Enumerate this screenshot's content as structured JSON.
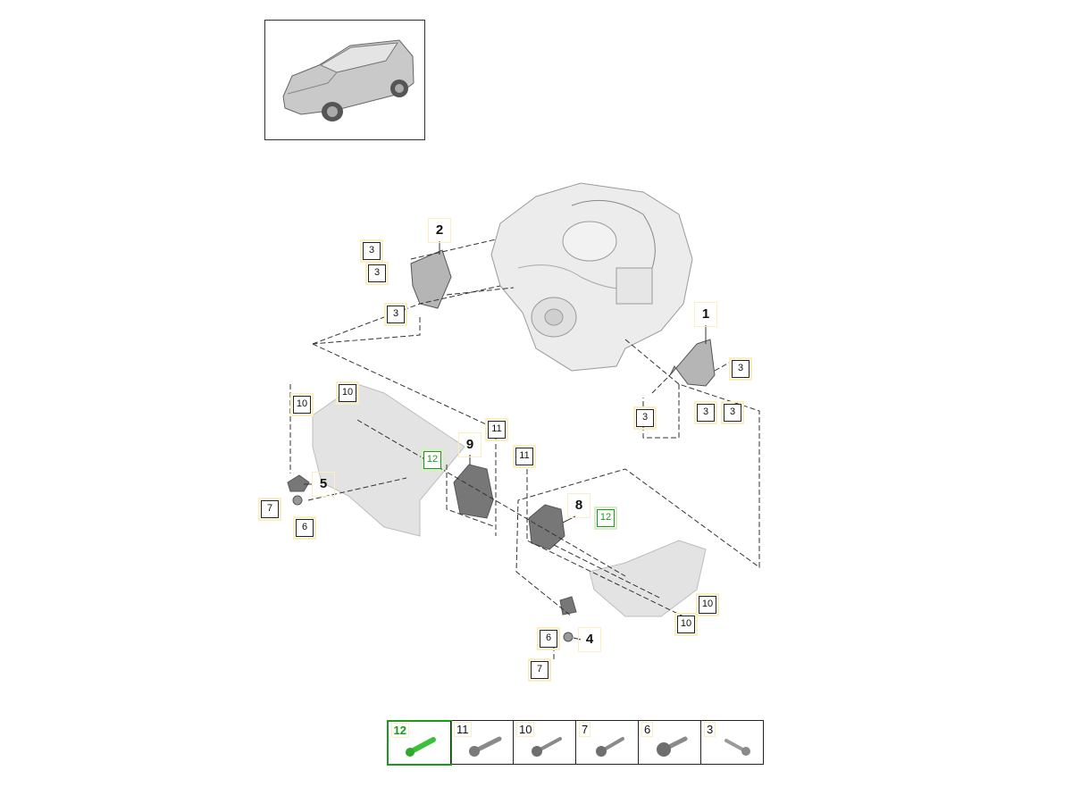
{
  "diagram": {
    "callouts": [
      {
        "label": "2",
        "style": "bold"
      },
      {
        "label": "3",
        "style": "box"
      },
      {
        "label": "3",
        "style": "box"
      },
      {
        "label": "3",
        "style": "box"
      },
      {
        "label": "1",
        "style": "bold"
      },
      {
        "label": "3",
        "style": "box"
      },
      {
        "label": "3",
        "style": "box"
      },
      {
        "label": "3",
        "style": "box"
      },
      {
        "label": "3",
        "style": "box"
      },
      {
        "label": "10",
        "style": "box"
      },
      {
        "label": "10",
        "style": "box"
      },
      {
        "label": "11",
        "style": "box"
      },
      {
        "label": "9",
        "style": "bold"
      },
      {
        "label": "12",
        "style": "green"
      },
      {
        "label": "5",
        "style": "bold"
      },
      {
        "label": "7",
        "style": "box"
      },
      {
        "label": "6",
        "style": "box"
      },
      {
        "label": "11",
        "style": "box"
      },
      {
        "label": "8",
        "style": "bold"
      },
      {
        "label": "12",
        "style": "green"
      },
      {
        "label": "10",
        "style": "box"
      },
      {
        "label": "10",
        "style": "box"
      },
      {
        "label": "6",
        "style": "box"
      },
      {
        "label": "4",
        "style": "bold"
      },
      {
        "label": "7",
        "style": "box"
      }
    ]
  },
  "parts_strip": [
    {
      "label": "12",
      "selected": true,
      "color": "#3cc03c"
    },
    {
      "label": "11",
      "selected": false,
      "color": "#8a8a8a"
    },
    {
      "label": "10",
      "selected": false,
      "color": "#8a8a8a"
    },
    {
      "label": "7",
      "selected": false,
      "color": "#8a8a8a"
    },
    {
      "label": "6",
      "selected": false,
      "color": "#8a8a8a"
    },
    {
      "label": "3",
      "selected": false,
      "color": "#8a8a8a"
    }
  ],
  "colors": {
    "highlight": "#1a9a1a",
    "outline": "#222222",
    "callout_frame": "#fbeec0"
  }
}
